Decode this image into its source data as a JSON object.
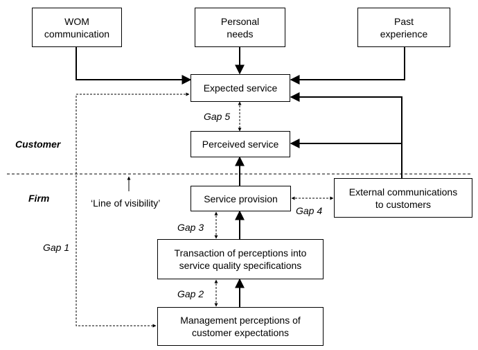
{
  "boxes": {
    "wom": "WOM\ncommunication",
    "personal_needs": "Personal\nneeds",
    "past_experience": "Past\nexperience",
    "expected_service": "Expected service",
    "perceived_service": "Perceived service",
    "service_provision": "Service provision",
    "external_communications": "External communications\nto customers",
    "transaction": "Transaction of perceptions into\nservice quality specifications",
    "management_perceptions": "Management perceptions of\ncustomer expectations"
  },
  "sections": {
    "customer": "Customer",
    "firm": "Firm"
  },
  "line_of_visibility": "‘Line of visibility’",
  "gaps": {
    "gap1": "Gap 1",
    "gap2": "Gap 2",
    "gap3": "Gap 3",
    "gap4": "Gap 4",
    "gap5": "Gap 5"
  }
}
